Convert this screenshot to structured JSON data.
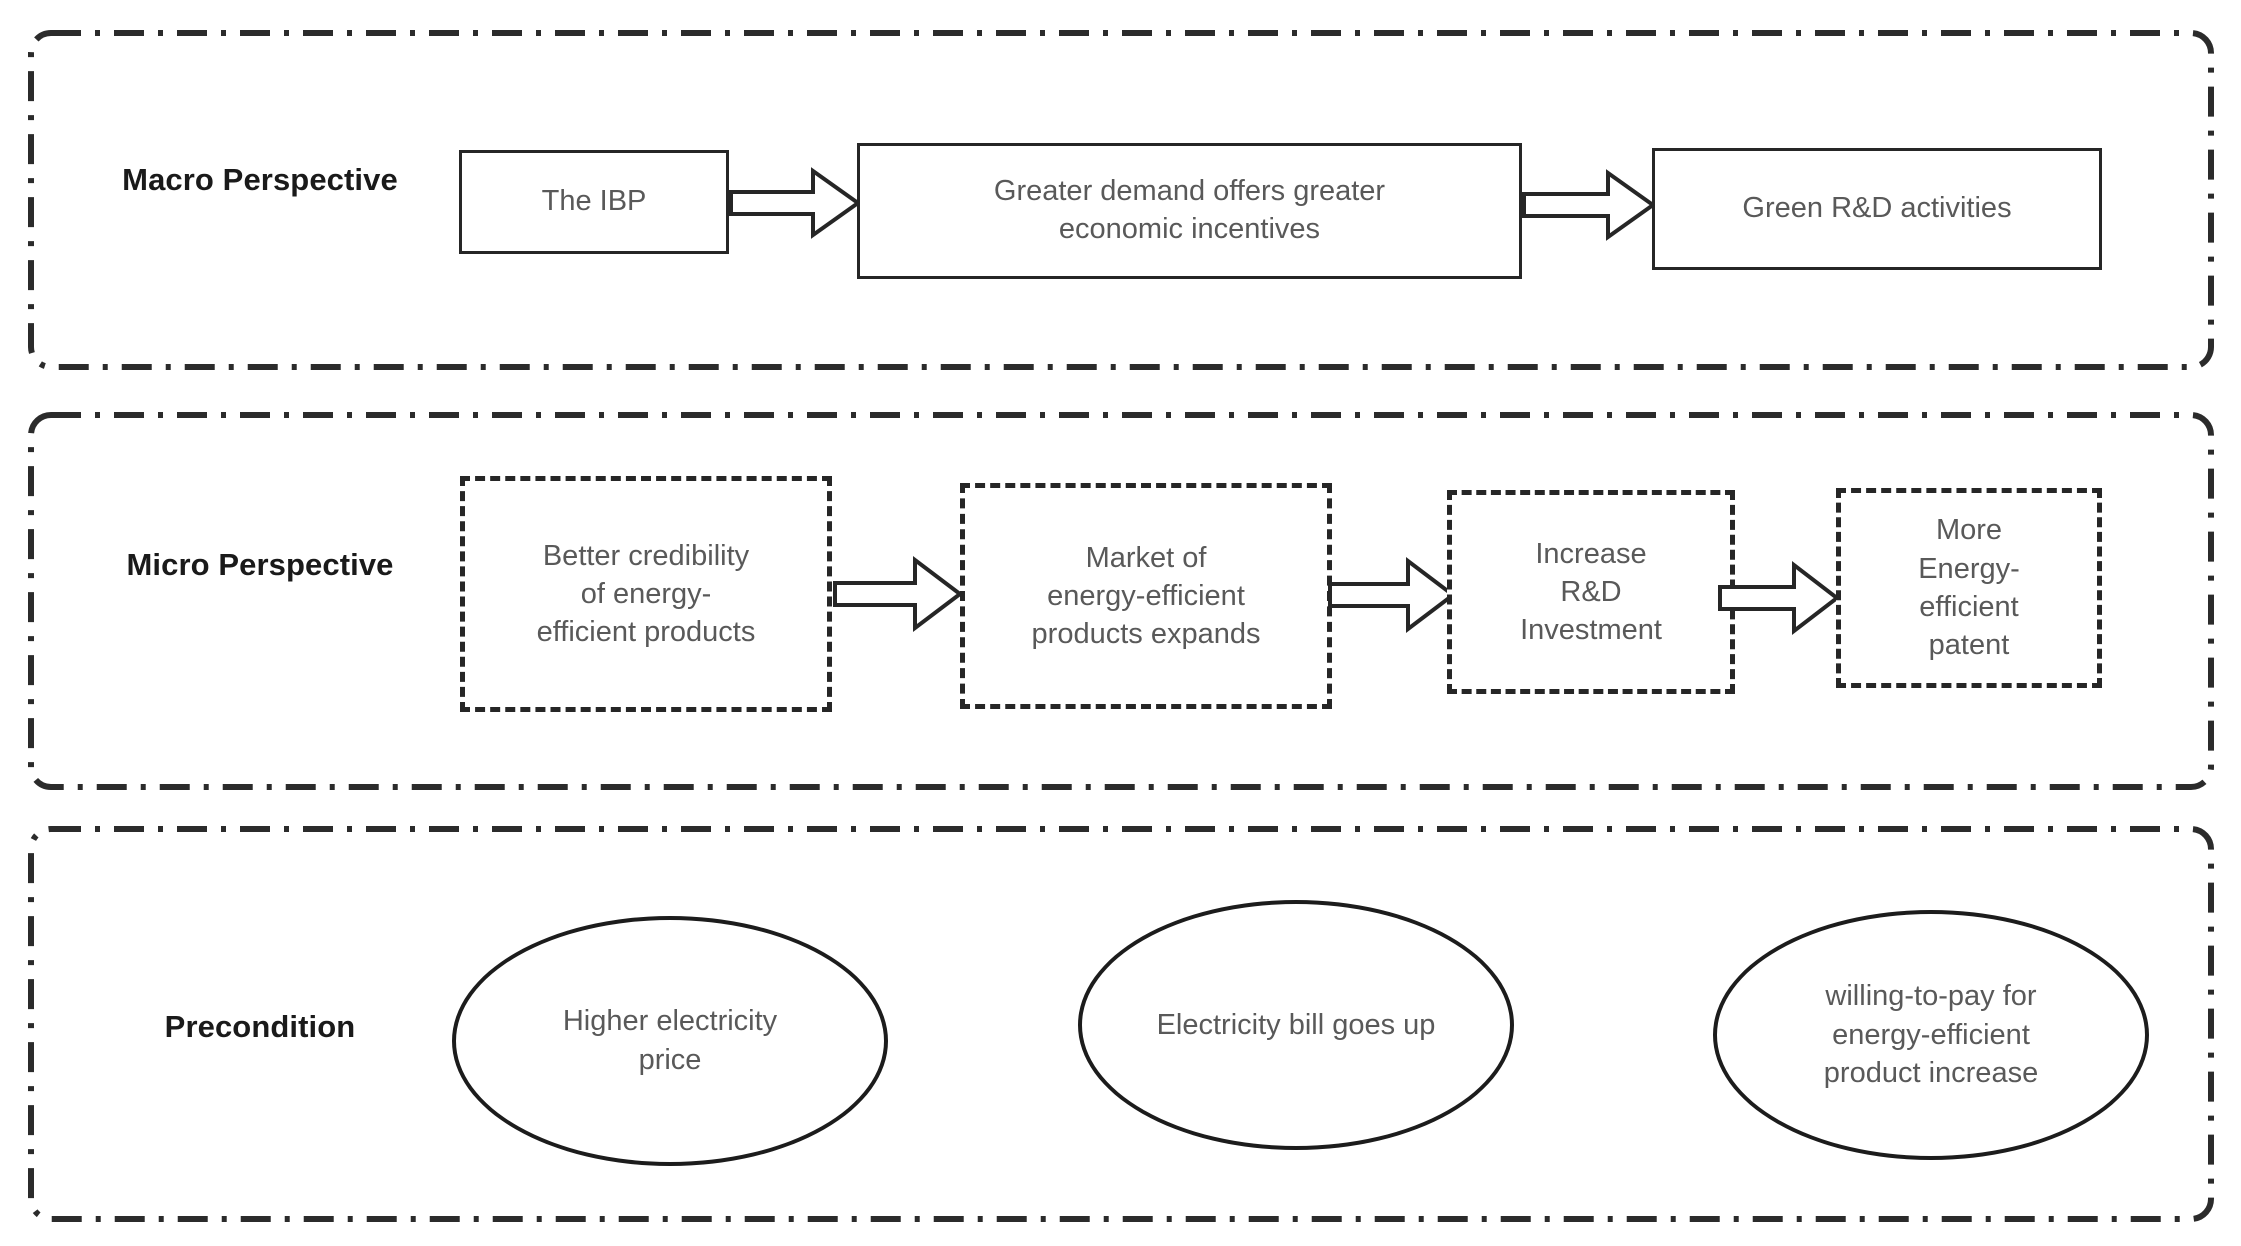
{
  "diagram": {
    "title_present": false,
    "background_color": "#ffffff",
    "line_color": "#262626",
    "text_color": "#595959",
    "label_color": "#1a1a1a"
  },
  "rows": [
    {
      "id": "macro",
      "label": "Macro\nPerspective",
      "node_shape": "rectangle-solid",
      "nodes": [
        {
          "id": "macro-node-1",
          "text": "The IBP"
        },
        {
          "id": "macro-node-2",
          "text": "Greater demand offers greater\neconomic incentives"
        },
        {
          "id": "macro-node-3",
          "text": "Green R&D activities"
        }
      ],
      "arrows": [
        {
          "id": "macro-arrow-1",
          "from": "macro-node-1",
          "to": "macro-node-2",
          "direction": "right"
        },
        {
          "id": "macro-arrow-2",
          "from": "macro-node-2",
          "to": "macro-node-3",
          "direction": "right"
        }
      ]
    },
    {
      "id": "micro",
      "label": "Micro\nPerspective",
      "node_shape": "rectangle-dashed",
      "nodes": [
        {
          "id": "micro-node-1",
          "text": "Better credibility\nof  energy-\nefficient products"
        },
        {
          "id": "micro-node-2",
          "text": "Market of\nenergy-efficient\nproducts expands"
        },
        {
          "id": "micro-node-3",
          "text": "Increase\nR&D\nInvestment"
        },
        {
          "id": "micro-node-4",
          "text": "More\nEnergy-\nefficient\npatent"
        }
      ],
      "arrows": [
        {
          "id": "micro-arrow-1",
          "from": "micro-node-1",
          "to": "micro-node-2",
          "direction": "right"
        },
        {
          "id": "micro-arrow-2",
          "from": "micro-node-2",
          "to": "micro-node-3",
          "direction": "right"
        },
        {
          "id": "micro-arrow-3",
          "from": "micro-node-3",
          "to": "micro-node-4",
          "direction": "right"
        }
      ]
    },
    {
      "id": "precondition",
      "label": "Precondition",
      "node_shape": "ellipse",
      "nodes": [
        {
          "id": "precondition-node-1",
          "text": "Higher electricity\nprice"
        },
        {
          "id": "precondition-node-2",
          "text": "Electricity bill goes up"
        },
        {
          "id": "precondition-node-3",
          "text": "willing-to-pay for\nenergy-efficient\nproduct increase"
        }
      ],
      "arrows": []
    }
  ]
}
